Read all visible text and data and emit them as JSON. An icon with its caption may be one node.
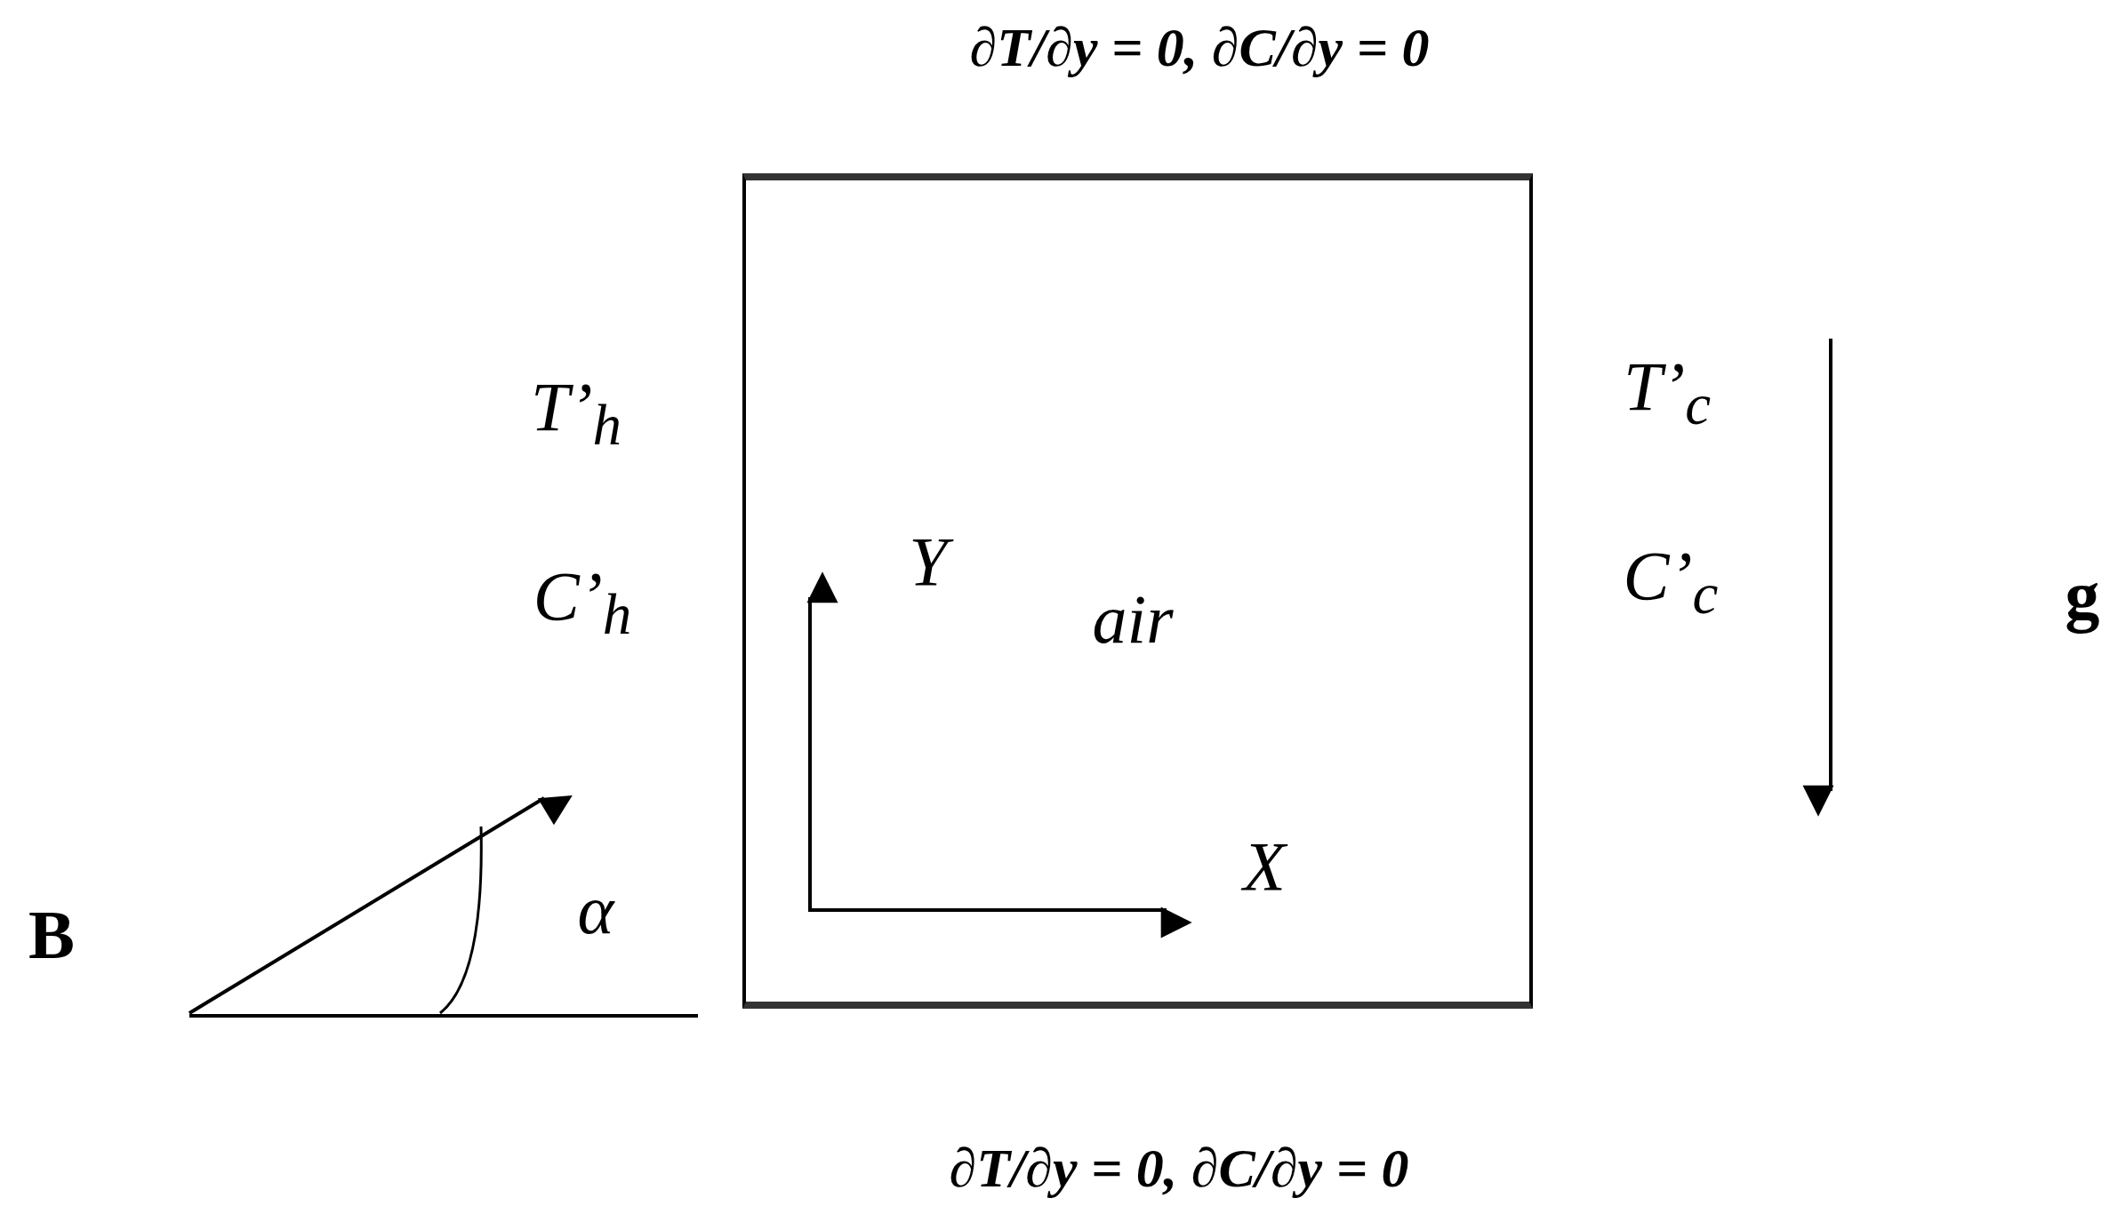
{
  "diagram": {
    "nodes": [
      {
        "text": [
          "air"
        ]
      }
    ],
    "labels": [
      "∂T/∂y = 0, ∂C/∂y = 0",
      "T’$_{h}$",
      "T’$_{c}$",
      "C’$_{h}$",
      "Y",
      "C’$_{c}$",
      "g",
      "α",
      "X",
      "B",
      "∂T/∂y = 0, ∂C/∂y = 0"
    ]
  }
}
